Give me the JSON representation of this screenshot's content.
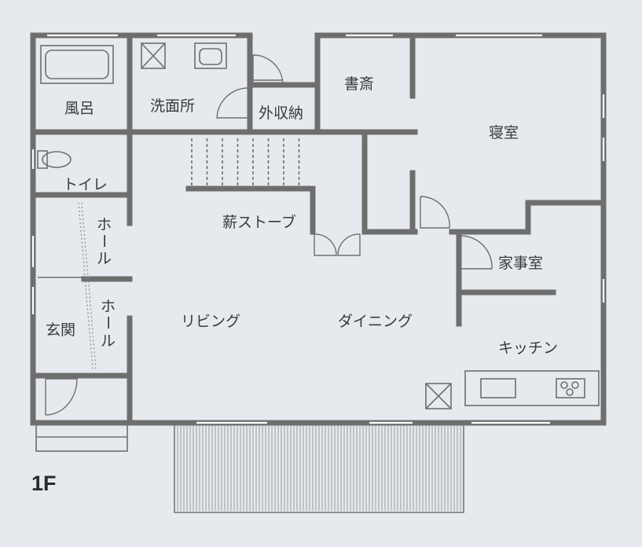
{
  "floor": "1F",
  "rooms": {
    "bath": "風呂",
    "washroom": "洗面所",
    "outdoor_storage": "外収納",
    "study": "書斎",
    "bedroom": "寝室",
    "toilet": "トイレ",
    "hall_upper": [
      "ホ",
      "ー",
      "ル"
    ],
    "hall_lower": [
      "ホ",
      "ー",
      "ル"
    ],
    "entrance": "玄関",
    "wood_stove": "薪ストーブ",
    "living": "リビング",
    "dining": "ダイニング",
    "utility_room": "家事室",
    "kitchen": "キッチン"
  },
  "colors": {
    "background": "#e6eaee",
    "walls": "#6e6e6e",
    "text": "#3a3a3a"
  }
}
